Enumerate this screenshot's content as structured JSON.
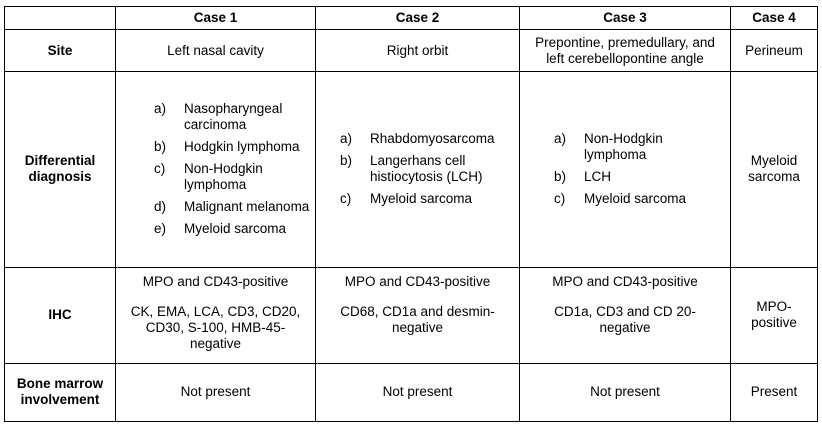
{
  "header": {
    "corner": "",
    "case1": "Case 1",
    "case2": "Case 2",
    "case3": "Case 3",
    "case4": "Case 4"
  },
  "rows": {
    "site": {
      "label": "Site",
      "case1": "Left nasal cavity",
      "case2": "Right orbit",
      "case3": "Prepontine, premedullary, and left cerebellopontine angle",
      "case4": "Perineum"
    },
    "differential": {
      "label": "Differential diagnosis",
      "case1": [
        {
          "marker": "a)",
          "text": "Nasopharyngeal carcinoma"
        },
        {
          "marker": "b)",
          "text": "Hodgkin lymphoma"
        },
        {
          "marker": "c)",
          "text": "Non-Hodgkin lymphoma"
        },
        {
          "marker": "d)",
          "text": "Malignant melanoma"
        },
        {
          "marker": "e)",
          "text": "Myeloid sarcoma"
        }
      ],
      "case2": [
        {
          "marker": "a)",
          "text": "Rhabdomyosarcoma"
        },
        {
          "marker": "b)",
          "text": "Langerhans cell histiocytosis (LCH)"
        },
        {
          "marker": "c)",
          "text": "Myeloid sarcoma"
        }
      ],
      "case3": [
        {
          "marker": "a)",
          "text": "Non-Hodgkin lymphoma"
        },
        {
          "marker": "b)",
          "text": "LCH"
        },
        {
          "marker": "c)",
          "text": "Myeloid sarcoma"
        }
      ],
      "case4": "Myeloid sarcoma"
    },
    "ihc": {
      "label": "IHC",
      "case1": {
        "positive": "MPO and CD43-positive",
        "negative": "CK, EMA, LCA, CD3, CD20, CD30, S-100, HMB-45-negative"
      },
      "case2": {
        "positive": "MPO and CD43-positive",
        "negative": "CD68, CD1a and desmin-negative"
      },
      "case3": {
        "positive": "MPO and CD43-positive",
        "negative": "CD1a, CD3 and CD 20-negative"
      },
      "case4": "MPO-positive"
    },
    "bone_marrow": {
      "label": "Bone marrow involvement",
      "case1": "Not present",
      "case2": "Not present",
      "case3": "Not present",
      "case4": "Present"
    }
  }
}
